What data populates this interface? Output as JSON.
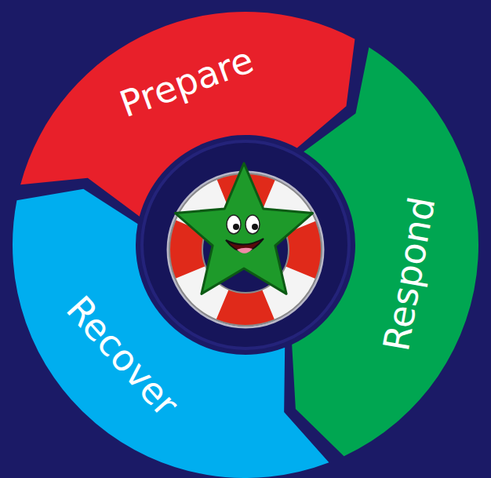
{
  "diagram": {
    "nodes": [
      {
        "text": [
          "Prepare"
        ]
      },
      {
        "text": [
          "Respond"
        ]
      },
      {
        "text": [
          "Recover"
        ]
      }
    ]
  }
}
